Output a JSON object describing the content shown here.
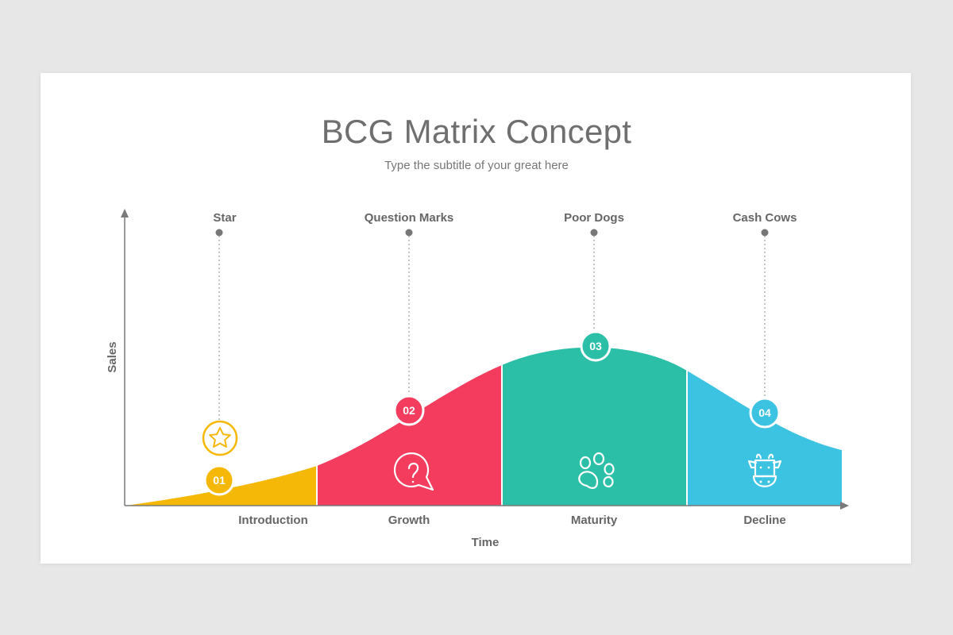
{
  "slide": {
    "title": "BCG Matrix Concept",
    "subtitle": "Type the subtitle of your great here"
  },
  "axes": {
    "x_label": "Time",
    "y_label": "Sales"
  },
  "stages": [
    {
      "name": "Introduction",
      "category": "Star",
      "number": "01",
      "color": "#f6b807",
      "icon": "star-icon"
    },
    {
      "name": "Growth",
      "category": "Question Marks",
      "number": "02",
      "color": "#f43d5e",
      "icon": "question-bubble-icon"
    },
    {
      "name": "Maturity",
      "category": "Poor Dogs",
      "number": "03",
      "color": "#2bbfa8",
      "icon": "paw-icon"
    },
    {
      "name": "Decline",
      "category": "Cash Cows",
      "number": "04",
      "color": "#3cc3e2",
      "icon": "cow-icon"
    }
  ]
}
